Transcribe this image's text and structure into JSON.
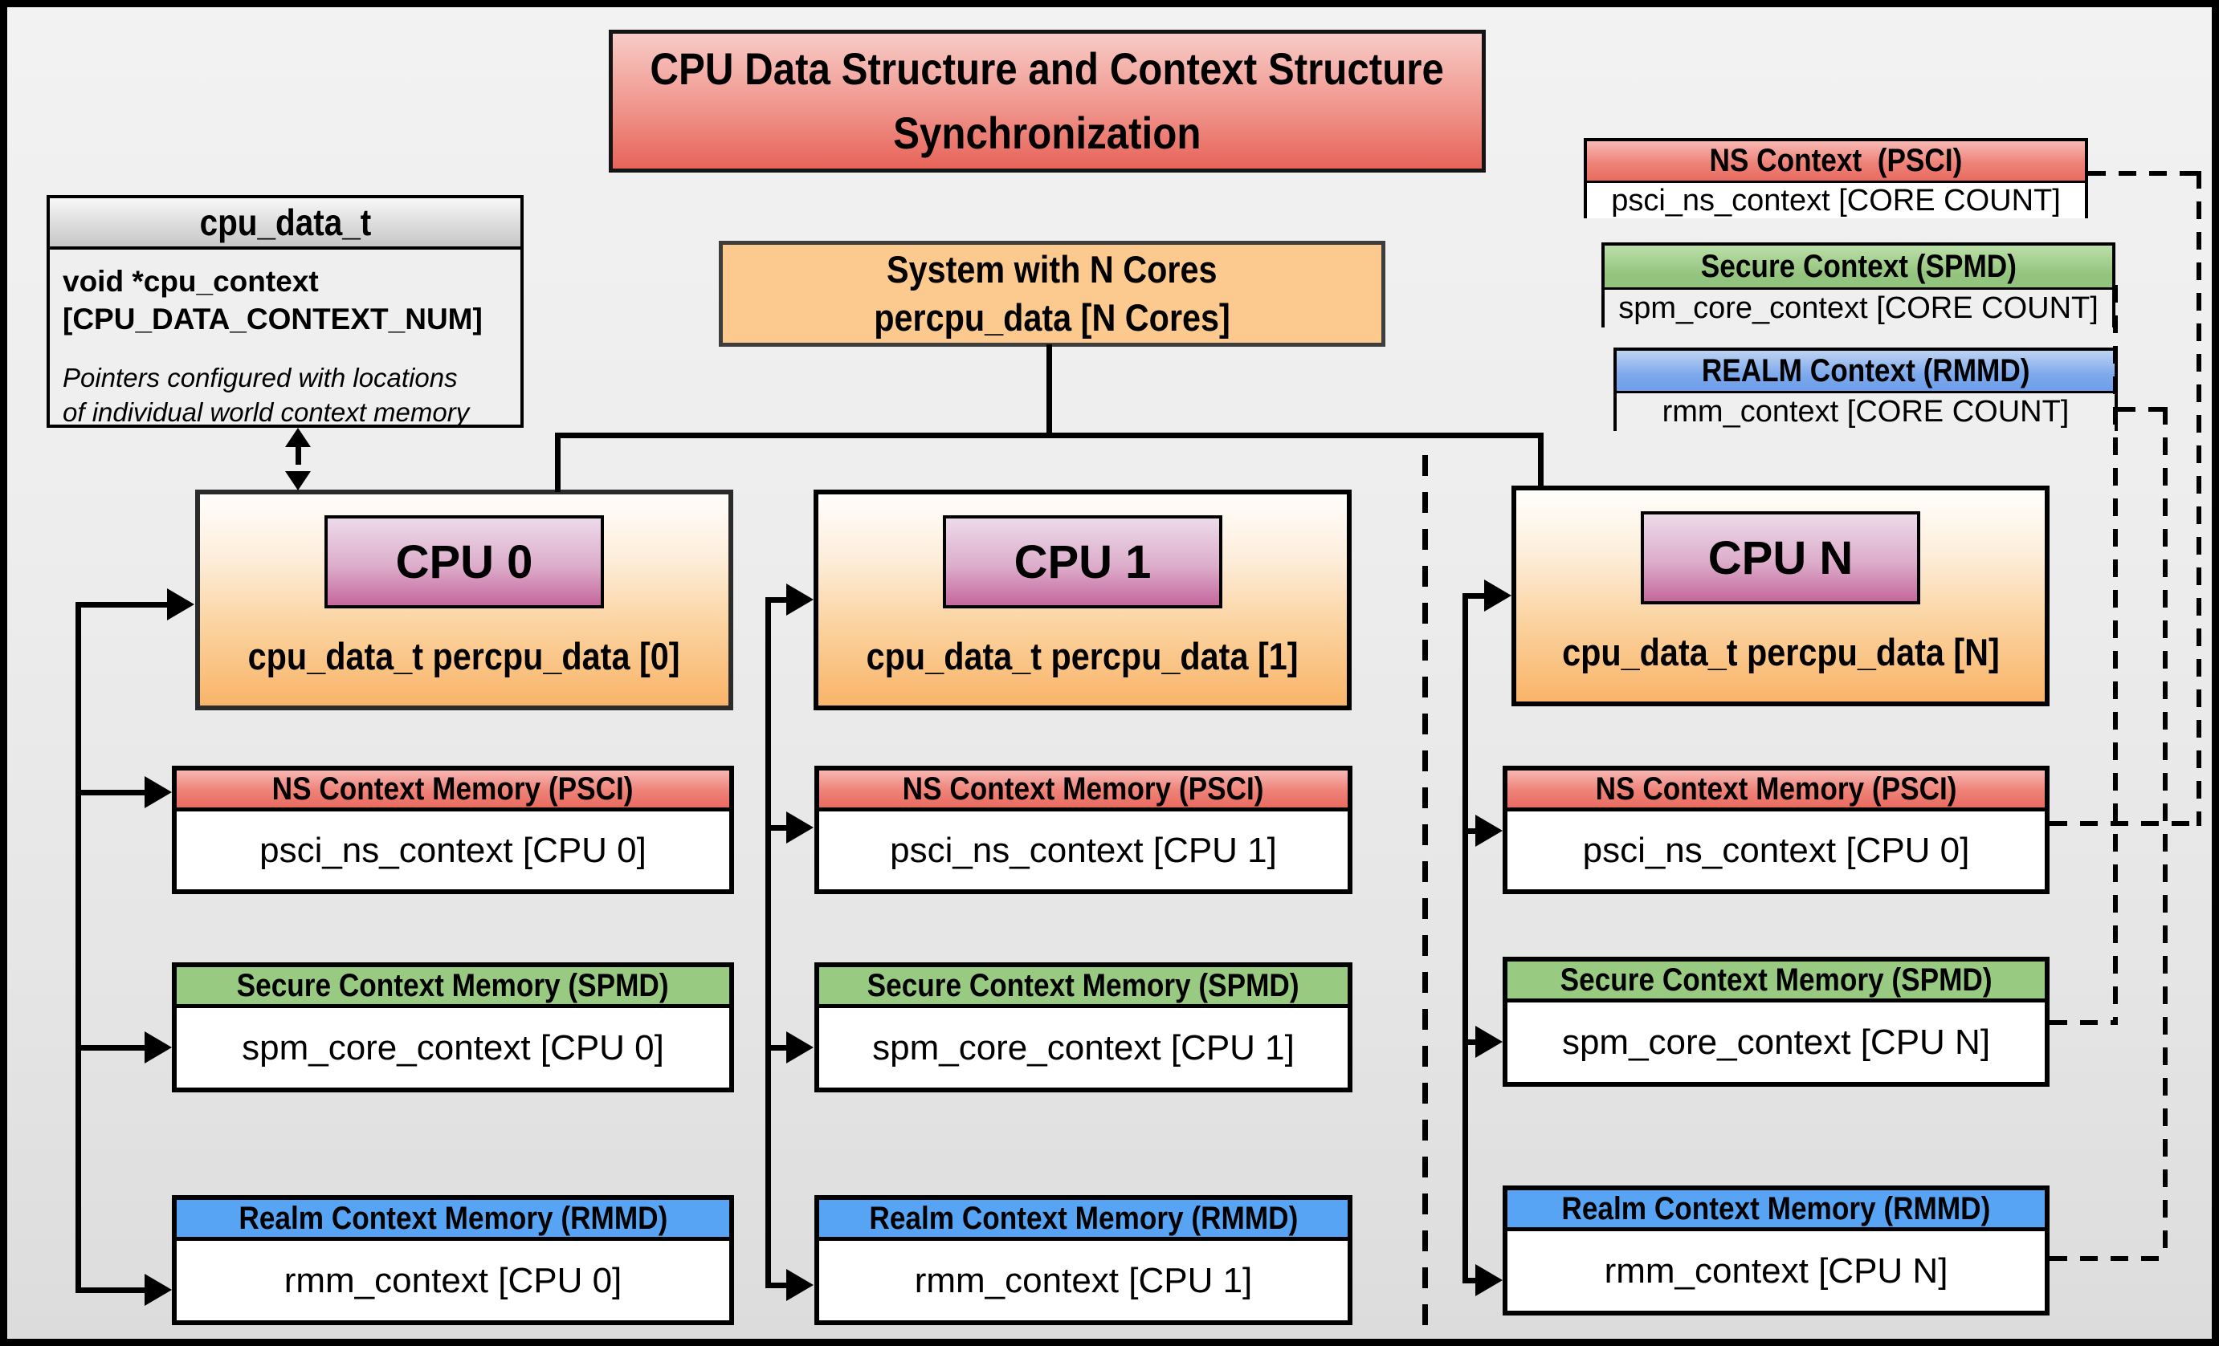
{
  "title": {
    "line1": "CPU Data Structure and Context Structure",
    "line2": "Synchronization"
  },
  "cpu_data_struct": {
    "header": "cpu_data_t",
    "field_line1": "void  *cpu_context",
    "field_line2": "[CPU_DATA_CONTEXT_NUM]",
    "note_line1": "Pointers configured with locations",
    "note_line2": "of individual world context memory"
  },
  "system_box": {
    "line1": "System with N Cores",
    "line2": "percpu_data [N Cores]"
  },
  "legend": {
    "ns": {
      "header": "NS Context  (PSCI)",
      "body": "psci_ns_context [CORE COUNT]"
    },
    "secure": {
      "header": "Secure Context (SPMD)",
      "body": "spm_core_context [CORE COUNT]"
    },
    "realm": {
      "header": "REALM Context (RMMD)",
      "body": "rmm_context [CORE COUNT]"
    }
  },
  "cpus": [
    {
      "name": "CPU 0",
      "caption": "cpu_data_t percpu_data [0]",
      "contexts": [
        {
          "header": "NS Context Memory (PSCI)",
          "body": "psci_ns_context [CPU 0]"
        },
        {
          "header": "Secure Context Memory (SPMD)",
          "body": "spm_core_context [CPU 0]"
        },
        {
          "header": "Realm Context Memory (RMMD)",
          "body": "rmm_context [CPU 0]"
        }
      ]
    },
    {
      "name": "CPU 1",
      "caption": "cpu_data_t percpu_data [1]",
      "contexts": [
        {
          "header": "NS Context Memory (PSCI)",
          "body": "psci_ns_context [CPU 1]"
        },
        {
          "header": "Secure Context Memory (SPMD)",
          "body": "spm_core_context [CPU 1]"
        },
        {
          "header": "Realm Context Memory (RMMD)",
          "body": "rmm_context [CPU 1]"
        }
      ]
    },
    {
      "name": "CPU N",
      "caption": "cpu_data_t percpu_data [N]",
      "contexts": [
        {
          "header": "NS Context Memory (PSCI)",
          "body": "psci_ns_context [CPU 0]"
        },
        {
          "header": "Secure Context Memory (SPMD)",
          "body": "spm_core_context [CPU N]"
        },
        {
          "header": "Realm Context Memory (RMMD)",
          "body": "rmm_context [CPU N]"
        }
      ]
    }
  ],
  "colors": {
    "page_background": "#ededed",
    "title_red": "#e96b60",
    "system_orange": "#fcc98e",
    "cpu_box_orange": "#f9b469",
    "cpu_tag_pink": "#c5679c",
    "ns_red": "#e96b60",
    "secure_green": "#93c47d",
    "realm_blue": "#58a4f4",
    "struct_header_gray": "#c7c7c7",
    "line_black": "#000000"
  }
}
